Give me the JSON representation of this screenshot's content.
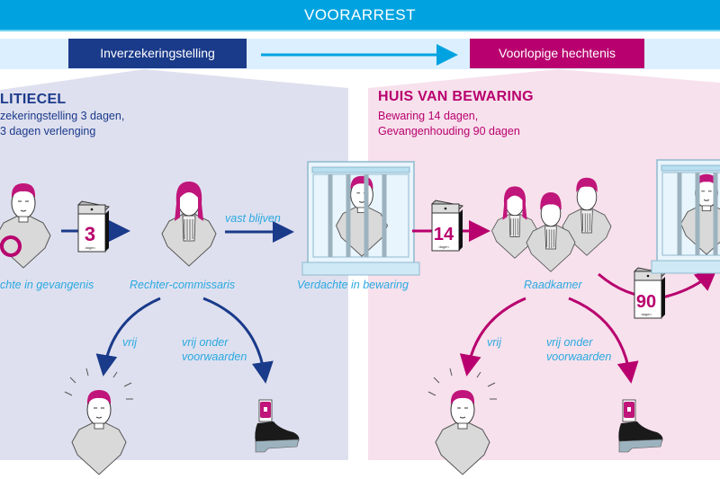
{
  "header": {
    "title": "VOORARREST"
  },
  "phases": {
    "left": {
      "label": "Inverzekeringstelling",
      "color": "#1a3a8a"
    },
    "right": {
      "label": "Voorlopige hechtenis",
      "color": "#b8006e"
    }
  },
  "panels": {
    "left": {
      "title": "LITIECEL",
      "lines": [
        "zekeringstelling 3 dagen,",
        "3 dagen verlenging"
      ],
      "bg": "#dfe0ef"
    },
    "right": {
      "title": "HUIS VAN BEWARING",
      "lines": [
        "Bewaring 14 dagen,",
        "Gevangenhouding 90 dagen"
      ],
      "bg": "#f7e1ec"
    }
  },
  "captions": {
    "suspect_cell": "chte in gevangenis",
    "judge": "Rechter-commissaris",
    "stay": "vast blijven",
    "in_custody": "Verdachte in bewaring",
    "chamber": "Raadkamer",
    "left_free": "vrij",
    "left_conditional_1": "vrij onder",
    "left_conditional_2": "voorwaarden",
    "right_free": "vrij",
    "right_conditional_1": "vrij onder",
    "right_conditional_2": "voorwaarden"
  },
  "calendars": {
    "first": {
      "number": "3",
      "unit": "dagen"
    },
    "second": {
      "number": "14",
      "unit": "dagen"
    },
    "third": {
      "number": "90",
      "unit": "dagen"
    }
  },
  "colors": {
    "accent_blue": "#00a3e0",
    "navy": "#1a3a8a",
    "magenta": "#b8006e",
    "caption": "#29a9e1"
  }
}
